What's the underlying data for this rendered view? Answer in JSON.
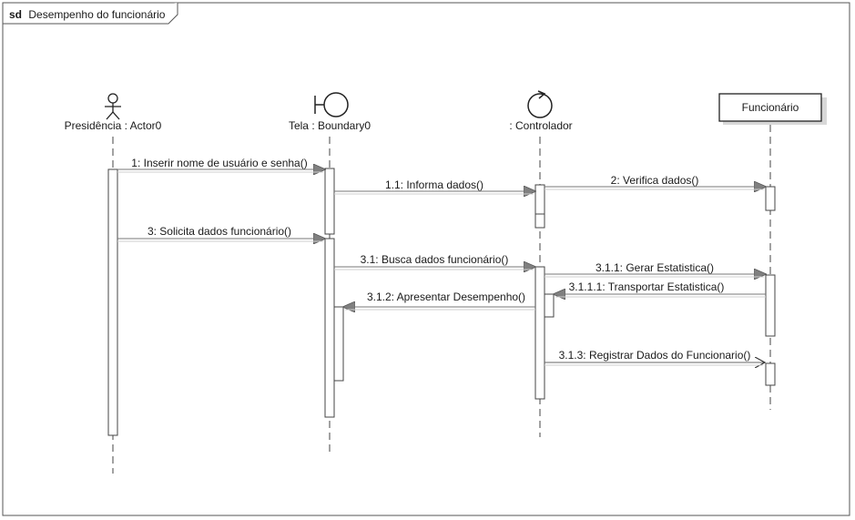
{
  "frame": {
    "keyword": "sd",
    "title": "Desempenho do funcionário"
  },
  "lifelines": [
    {
      "id": "actor",
      "label": "Presidência : Actor0",
      "icon": "actor-stick-figure-icon"
    },
    {
      "id": "boundary",
      "label": "Tela : Boundary0",
      "icon": "boundary-icon"
    },
    {
      "id": "controller",
      "label": ": Controlador",
      "icon": "control-icon"
    },
    {
      "id": "entity",
      "label": "Funcionário",
      "icon": "object-box"
    }
  ],
  "messages": [
    {
      "label": "1: Inserir nome de usuário e senha()",
      "from": "actor",
      "to": "boundary",
      "kind": "sync"
    },
    {
      "label": "1.1: Informa dados()",
      "from": "boundary",
      "to": "controller",
      "kind": "sync"
    },
    {
      "label": "2: Verifica dados()",
      "from": "controller",
      "to": "entity",
      "kind": "sync"
    },
    {
      "label": "3: Solicita dados funcionário()",
      "from": "actor",
      "to": "boundary",
      "kind": "sync"
    },
    {
      "label": "3.1: Busca dados funcionário()",
      "from": "boundary",
      "to": "controller",
      "kind": "sync"
    },
    {
      "label": "3.1.1: Gerar Estatistica()",
      "from": "controller",
      "to": "entity",
      "kind": "sync"
    },
    {
      "label": "3.1.1.1: Transportar Estatistica()",
      "from": "entity",
      "to": "controller",
      "kind": "sync"
    },
    {
      "label": "3.1.2: Apresentar Desempenho()",
      "from": "controller",
      "to": "boundary",
      "kind": "sync"
    },
    {
      "label": "3.1.3: Registrar Dados do Funcionario()",
      "from": "controller",
      "to": "entity",
      "kind": "async"
    }
  ]
}
